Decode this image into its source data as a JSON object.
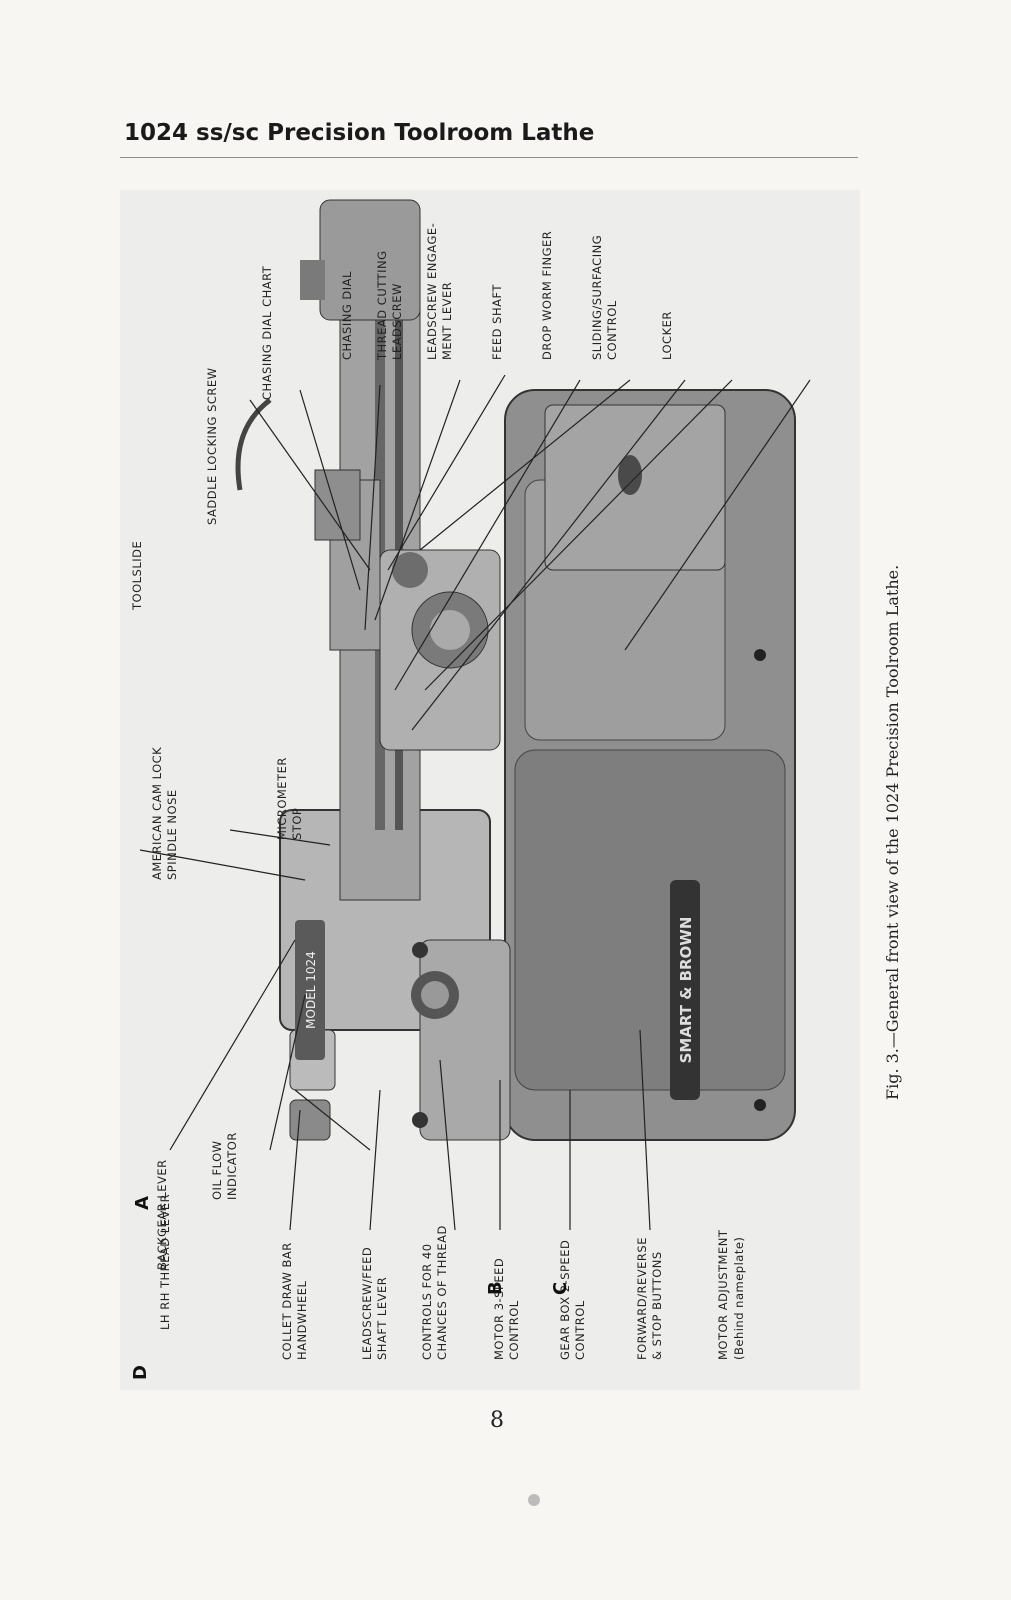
{
  "header": {
    "title": "1024 ss/sc Precision Toolroom Lathe"
  },
  "figure": {
    "top_labels": {
      "toolslide": "TOOLSLIDE",
      "saddle_locking_screw": "SADDLE LOCKING SCREW",
      "chasing_dial_chart": "CHASING DIAL CHART",
      "chasing_dial": "CHASING DIAL",
      "thread_cutting_leadscrew": "THREAD CUTTING\nLEADSCREW",
      "leadscrew_engagement_lever": "LEADSCREW ENGAGE-\nMENT LEVER",
      "feed_shaft": "FEED SHAFT",
      "drop_worm_finger": "DROP WORM FINGER",
      "sliding_surfacing_control": "SLIDING/SURFACING\nCONTROL",
      "locker": "LOCKER",
      "american_cam_lock": "AMERICAN CAM LOCK\nSPINDLE NOSE",
      "micrometer_stop": "MICROMETER\nSTOP",
      "backgear_lever": "BACKGEAR LEVER",
      "oil_flow_indicator": "OIL FLOW\nINDICATOR",
      "lh_rh_thread_lever": "LH RH THREAD LEVER"
    },
    "bottom_labels": {
      "collet_draw_bar": "COLLET DRAW BAR\nHANDWHEEL",
      "leadscrew_feed_shaft_lever": "LEADSCREW/FEED\nSHAFT LEVER",
      "controls_for_40": "CONTROLS FOR 40\nCHANCES OF THREAD",
      "motor_3_speed": "MOTOR 3-SPEED\nCONTROL",
      "gear_box_2_speed": "GEAR BOX 2-SPEED\nCONTROL",
      "forward_reverse": "FORWARD/REVERSE\n& STOP BUTTONS",
      "motor_adjustment": "MOTOR ADJUSTMENT",
      "behind_nameplate": "(Behind nameplate)"
    },
    "letters": {
      "a": "A",
      "b": "B",
      "c": "C",
      "d": "D"
    },
    "nameplate": {
      "brand": "SMART & BROWN",
      "model": "MODEL 1024"
    }
  },
  "caption": "Fig. 3.—General front view of the 1024 Precision Toolroom Lathe.",
  "page_number": "8"
}
